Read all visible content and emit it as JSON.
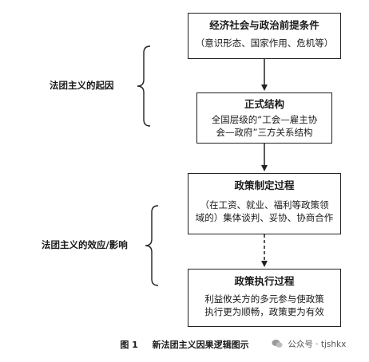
{
  "boxes": [
    {
      "title": "经济社会与政治前提条件",
      "lines": [
        "（意识形态、国家作用、危机等）"
      ]
    },
    {
      "title": "正式结构",
      "lines": [
        "全国层级的“工会—雇主协",
        "会—政府”三方关系结构"
      ]
    },
    {
      "title": "政策制定过程",
      "lines": [
        "（在工资、就业、福利等政策领",
        "域的）集体谈判、妥协、协商合作"
      ]
    },
    {
      "title": "政策执行过程",
      "lines": [
        "利益攸关方的多元参与使政策",
        "执行更为顺畅，政策更为有效"
      ]
    }
  ],
  "groups": [
    {
      "label": "法团主义的起因"
    },
    {
      "label": "法团主义的效应/影响"
    }
  ],
  "caption": {
    "figure_no": "图 1",
    "text": "新法团主义因果逻辑图示"
  },
  "watermark": "公众号 · tjshkx"
}
